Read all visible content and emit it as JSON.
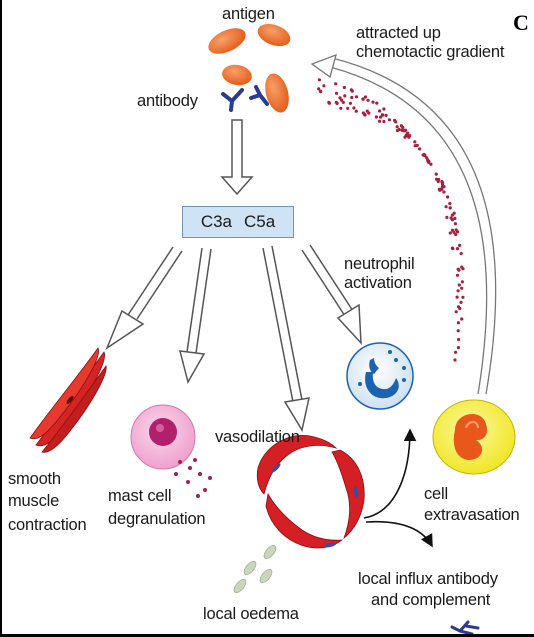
{
  "corner_letter": "C",
  "labels": {
    "antigen": "antigen",
    "antibody": "antibody",
    "attracted_line1": "attracted up",
    "attracted_line2": "chemotactic gradient",
    "c3a": "C3a",
    "c5a": "C5a",
    "neutrophil_line1": "neutrophil",
    "neutrophil_line2": "activation",
    "smooth_line1": "smooth",
    "smooth_line2": "muscle",
    "smooth_line3": "contraction",
    "mast_line1": "mast cell",
    "mast_line2": "degranulation",
    "vasodilation": "vasodilation",
    "cell_line1": "cell",
    "cell_line2": "extravasation",
    "influx_line1": "local influx antibody",
    "influx_line2": "and complement",
    "oedema": "local oedema"
  },
  "colors": {
    "antigen": "#ee6a1e",
    "antibody": "#2b3b8f",
    "c_box": "#cfe3f5",
    "arrow_fill": "#ffffff",
    "arrow_stroke": "#555555",
    "chemotactic_dots": "#a8203c",
    "muscle": "#d42424",
    "mast_cell": "#f7b9d9",
    "mast_nucleus": "#b21f6c",
    "neutrophil_cell": "#e8f2fb",
    "neutrophil_nucleus": "#1c62b3",
    "vessel": "#d41f24",
    "vessel_cell_nucleus": "#3a4aa8",
    "extravasating_cell": "#f4ef2a",
    "extravasating_nucleus": "#e8581a",
    "oedema_drops": "#c9d6bc"
  }
}
